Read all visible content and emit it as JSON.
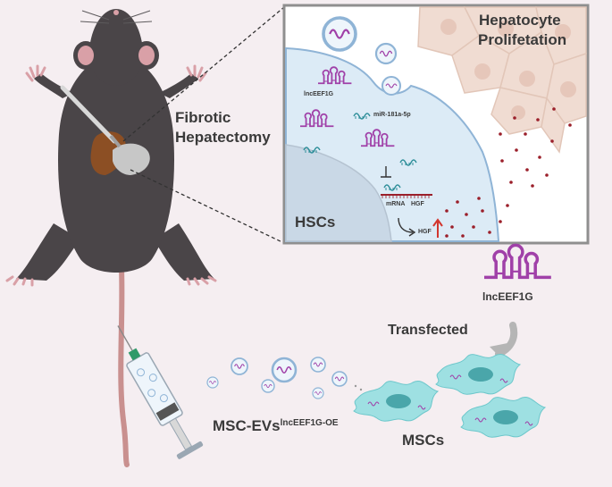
{
  "labels": {
    "fibrotic": "Fibrotic",
    "hepatectomy": "Hepatectomy",
    "hepatocyte": "Hepatocyte",
    "proliferation": "Prolifetation",
    "hscs": "HSCs",
    "lnc_small": "lncEEF1G",
    "mir": "miR-181a-5p",
    "mrna": "mRNA",
    "hgf_mrna": "HGF",
    "hgf_out": "HGF",
    "lnc_large": "lncEEF1G",
    "transfected": "Transfected",
    "msc_evs": "MSC-EVs",
    "msc_evs_sup": "lncEEF1G-OE",
    "mscs": "MSCs"
  },
  "colors": {
    "background": "#f5eef1",
    "mouse_body": "#4a4548",
    "mouse_ear_pink": "#d9a0a7",
    "tail": "#c9908f",
    "panel_border": "#8f8f8f",
    "hsc_cytoplasm": "#dcebf6",
    "nucleus": "#c9d8e6",
    "hepatocyte": "#f0dcd2",
    "rna_purple": "#a040a8",
    "mirna_teal": "#2f8f9a",
    "hgf_particles": "#9b1f2a",
    "msc_cell": "#9ee0e2",
    "msc_nucleus": "#4aa6aa",
    "liver": "#8c4f24",
    "arrow_grey": "#b5b5b5",
    "upregulation_arrow": "#d2362e"
  },
  "icons": [
    "mouse",
    "liver",
    "scalpel",
    "syringe",
    "extracellular-vesicle",
    "hairpin-rna",
    "mirna",
    "mrna-strand",
    "hgf-particle",
    "msc-cell",
    "hepatocyte"
  ]
}
